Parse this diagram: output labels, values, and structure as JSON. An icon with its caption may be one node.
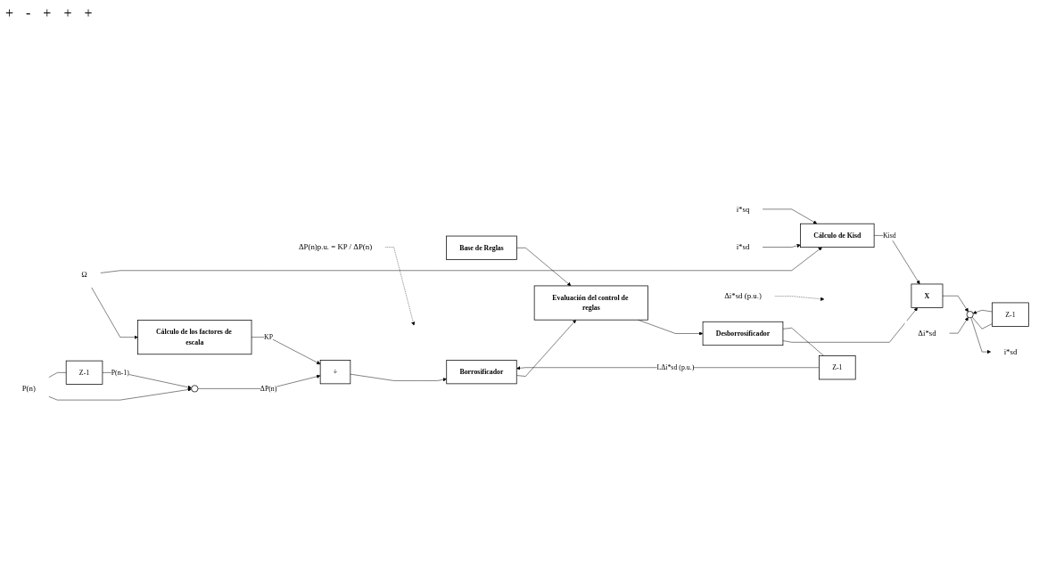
{
  "diagram": {
    "nodes": [
      {
        "text": [
          "i*sq"
        ]
      },
      {
        "text": [
          "i*sd"
        ]
      },
      {
        "text": [
          "Ω"
        ]
      },
      {
        "text": [
          "Cálculo de los factores de escala"
        ]
      },
      {
        "text": [
          "Cálculo de Kisd"
        ]
      },
      {
        "text": [
          "ΔP(n)p.u. = KP / ΔP(n)"
        ]
      },
      {
        "text": [
          "Base de Reglas"
        ]
      },
      {
        "text": [
          "P(n)"
        ]
      },
      {
        "text": [],
        "shape": "circle"
      },
      {
        "text": [
          "Z-1"
        ]
      },
      {
        "text": [
          "÷"
        ]
      },
      {
        "text": [
          "Borrosificador"
        ]
      },
      {
        "text": [
          "Evaluación del control de reglas"
        ]
      },
      {
        "text": [
          "Desborrosificador"
        ]
      },
      {
        "text": [
          "Δi*sd (p.u.)"
        ]
      },
      {
        "text": [
          "X"
        ]
      },
      {
        "text": [],
        "shape": "circle"
      },
      {
        "text": [
          "Z-1"
        ]
      },
      {
        "text": [
          "i*sd"
        ]
      },
      {
        "text": [
          "Δi*sd"
        ]
      },
      {
        "text": [
          "Z-1"
        ]
      }
    ],
    "edges": [
      {
        "from": 0,
        "to": 4,
        "arrow": "to"
      },
      {
        "from": 1,
        "to": 4,
        "arrow": "to"
      },
      {
        "from": 2,
        "to": 3,
        "arrow": "to"
      },
      {
        "from": 2,
        "to": 4,
        "arrow": "to"
      },
      {
        "from": 3,
        "to": 10,
        "arrow": "to",
        "label": "KP"
      },
      {
        "from": 7,
        "to": 8,
        "arrow": "to"
      },
      {
        "from": 7,
        "to": 9,
        "arrow": "none"
      },
      {
        "from": 9,
        "to": 8,
        "arrow": "to",
        "label": "P(n-1)"
      },
      {
        "from": 8,
        "to": 10,
        "arrow": "to",
        "label": "ΔP(n)"
      },
      {
        "from": 10,
        "to": 11,
        "arrow": "to"
      },
      {
        "from": 5,
        "to": null,
        "arrow": "to",
        "style": "dashed"
      },
      {
        "from": 6,
        "to": 12,
        "arrow": "to"
      },
      {
        "from": 11,
        "to": 12,
        "arrow": "to"
      },
      {
        "from": 12,
        "to": 13,
        "arrow": "to"
      },
      {
        "from": 13,
        "to": 15,
        "arrow": "to"
      },
      {
        "from": 14,
        "to": null,
        "arrow": "to",
        "style": "dashed"
      },
      {
        "from": 13,
        "to": 20,
        "arrow": "none"
      },
      {
        "from": 20,
        "to": 11,
        "arrow": "to",
        "label": "LΔi*sd (p.u.)"
      },
      {
        "from": 4,
        "to": 15,
        "arrow": "to",
        "label": "Kisd"
      },
      {
        "from": 15,
        "to": 16,
        "arrow": "to"
      },
      {
        "from": 19,
        "to": 16,
        "arrow": "to"
      },
      {
        "from": 17,
        "to": 16,
        "arrow": "to"
      },
      {
        "from": 16,
        "to": 18,
        "arrow": "to"
      },
      {
        "from": 16,
        "to": 17,
        "arrow": "none"
      }
    ],
    "labels": [
      "+",
      "-",
      "+",
      "+",
      "+"
    ]
  }
}
